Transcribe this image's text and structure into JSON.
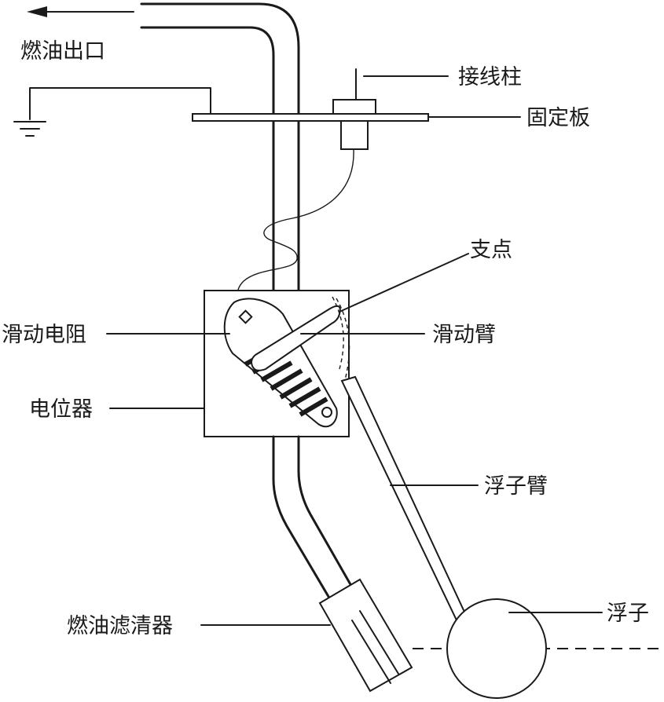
{
  "diagram": {
    "labels": {
      "fuel_outlet": "燃油出口",
      "terminal_post": "接线柱",
      "mounting_plate": "固定板",
      "pivot": "支点",
      "sliding_resistor": "滑动电阻",
      "sliding_arm": "滑动臂",
      "potentiometer": "电位器",
      "float_arm": "浮子臂",
      "float": "浮子",
      "fuel_filter": "燃油滤清器"
    }
  }
}
